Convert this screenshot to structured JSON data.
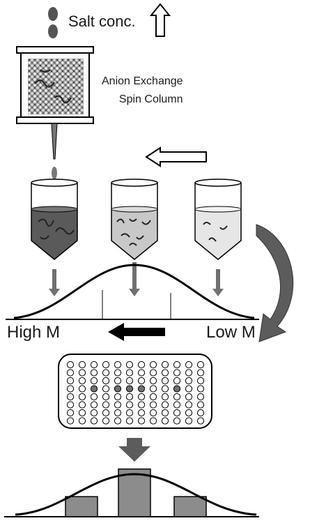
{
  "labels": {
    "salt_concentration": "Salt conc.",
    "column_line1": "Anion Exchange",
    "column_line2": "Spin Column",
    "high_mass": "High M",
    "low_mass": "Low M"
  },
  "colors": {
    "dark_fraction": "#5a5a5a",
    "medium_fraction": "#c8c8c8",
    "light_fraction": "#e6e6e6",
    "arrow_gray": "#707070",
    "curved_arrow": "#5c5c5c",
    "line_black": "#000000"
  },
  "icons": [
    "salt-droplet-icon",
    "up-arrow-icon",
    "left-arrow-icon",
    "curved-arrow-icon",
    "down-arrow-icon",
    "well-plate-icon"
  ],
  "plate": {
    "columns": 12,
    "rows": 8,
    "highlighted_wells": [
      [
        3,
        2
      ],
      [
        3,
        4
      ],
      [
        3,
        5
      ],
      [
        3,
        6
      ],
      [
        3,
        9
      ]
    ]
  },
  "histogram": {
    "bar_heights": [
      0.32,
      0.76,
      0.32
    ]
  }
}
